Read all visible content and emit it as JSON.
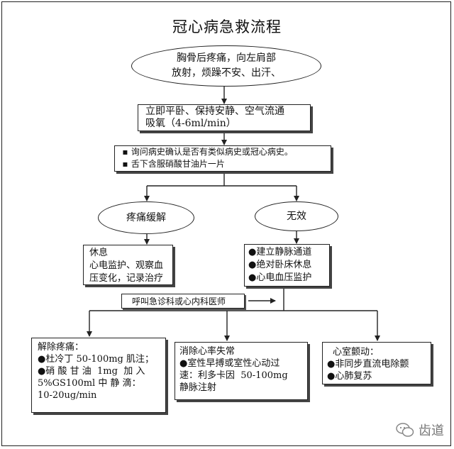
{
  "title": "冠心病急救流程",
  "symptoms": {
    "line1": "胸骨后疼痛，向左肩部",
    "line2": "放射，烦躁不安、出汗、"
  },
  "first_aid": {
    "line1": "立即平卧、保持安静、空气流通",
    "line2": "吸氧（4-6ml/min）"
  },
  "history": {
    "item1": "询问病史确认是否有类似病史或冠心病史。",
    "item2": "舌下含服硝酸甘油片一片",
    "bullet": "▪"
  },
  "branch_relief": "疼痛缓解",
  "branch_invalid": "无效",
  "relief_box": {
    "line1": "休息",
    "line2": "心电监护、观察血",
    "line3": "压变化，记录治疗"
  },
  "invalid_box": {
    "item1": "建立静脉通道",
    "item2": "绝对卧床休息",
    "item3": "心电血压监护",
    "bullet": "●"
  },
  "call_doctor": "呼叫急诊科或心内科医师",
  "pain_relief": {
    "title": "解除疼痛：",
    "item1": "杜冷丁 50-100mg 肌注；",
    "item2_l1": "硝 酸 甘 油  1mg  加 入",
    "item2_l2": "5%GS100ml 中 静 滴：",
    "item2_l3": "10-20ug/min",
    "bullet": "●"
  },
  "arrhythmia": {
    "title": "消除心率失常",
    "item1_l1": "室性早搏或室性心动过",
    "item1_l2": "速：利多卡因  50-100mg",
    "item1_l3": "静脉注射",
    "bullet": "●"
  },
  "vfib": {
    "title": "心室颤动：",
    "item1": "非同步直流电除颤",
    "item2": "心肺复苏",
    "bullet": "●"
  },
  "watermark": "齿道"
}
